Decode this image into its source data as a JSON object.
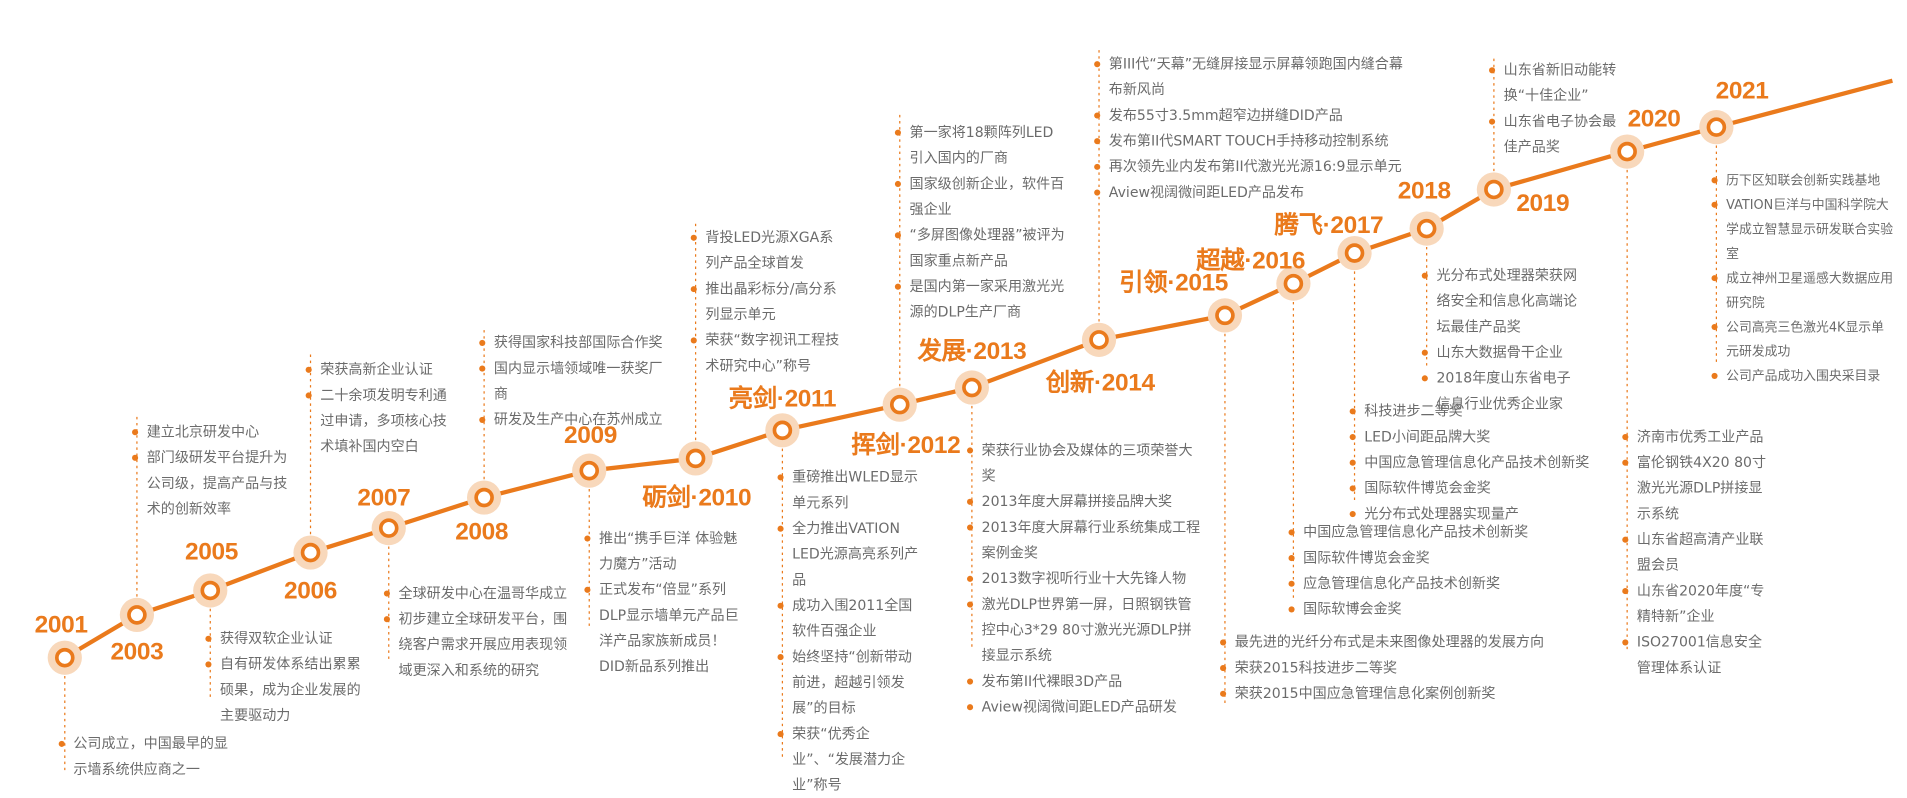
{
  "colors": {
    "accent": "#ea7a1c",
    "halo": "#f8d8bb",
    "text": "#6b6b6b"
  },
  "milestones": [
    {
      "year": "2001",
      "items": [
        "公司成立，中国最早的显示墙系统供应商之一"
      ]
    },
    {
      "year": "2003",
      "items": [
        "建立北京研发中心",
        "部门级研发平台提升为公司级，提高产品与技术的创新效率"
      ]
    },
    {
      "year": "2005",
      "items": [
        "获得双软企业认证",
        "自有研发体系结出累累硕果，成为企业发展的主要驱动力"
      ]
    },
    {
      "year": "2006",
      "items": [
        "荣获高新企业认证",
        "二十余项发明专利通过申请，多项核心技术填补国内空白"
      ]
    },
    {
      "year": "2007",
      "items": [
        "全球研发中心在温哥华成立",
        "初步建立全球研发平台，围绕客户需求开展应用表现领域更深入和系统的研究"
      ]
    },
    {
      "year": "2008",
      "items": [
        "获得国家科技部国际合作奖",
        "国内显示墙领域唯一获奖厂商",
        "研发及生产中心在苏州成立"
      ]
    },
    {
      "year": "2009",
      "items": [
        "推出“携手巨洋 体验魅力魔方”活动",
        "正式发布“倍显”系列DLP显示墙单元产品巨洋产品家族新成员！DID新品系列推出"
      ]
    },
    {
      "year": "砺剑·2010",
      "items": [
        "背投LED光源XGA系列产品全球首发",
        "推出晶彩标分/高分系列显示单元",
        "荣获“数字视讯工程技术研究中心”称号"
      ]
    },
    {
      "year": "亮剑·2011",
      "items": [
        "重磅推出WLED显示单元系列",
        "全力推出VATION LED光源高亮系列产品",
        "成功入围2011全国软件百强企业",
        "始终坚持“创新带动前进，超越引领发展”的目标",
        "荣获“优秀企业”、“发展潜力企业”称号"
      ]
    },
    {
      "year": "挥剑·2012",
      "items": [
        "第一家将18颗阵列LED引入国内的厂商",
        "国家级创新企业，软件百强企业",
        "“多屏图像处理器”被评为国家重点新产品",
        "是国内第一家采用激光光源的DLP生产厂商"
      ]
    },
    {
      "year": "发展·2013",
      "items": [
        "荣获行业协会及媒体的三项荣誉大奖",
        "2013年度大屏幕拼接品牌大奖",
        "2013年度大屏幕行业系统集成工程案例金奖",
        "2013数字视听行业十大先锋人物",
        "激光DLP世界第一屏，日照钢铁管控中心3*29 80寸激光光源DLP拼接显示系统",
        "发布第II代裸眼3D产品",
        "Aview视阔微间距LED产品研发"
      ]
    },
    {
      "year": "创新·2014",
      "items": [
        "第III代“天幕”无缝屏接显示屏幕领跑国内缝合幕布新风尚",
        "发布55寸3.5mm超窄边拼缝DID产品",
        "发布第II代SMART TOUCH手持移动控制系统",
        "再次领先业内发布第II代激光光源16:9显示单元",
        "Aview视阔微间距LED产品发布"
      ]
    },
    {
      "year": "引领·2015",
      "items": [
        "最先进的光纤分布式是未来图像处理器的发展方向",
        "荣获2015科技进步二等奖",
        "荣获2015中国应急管理信息化案例创新奖"
      ]
    },
    {
      "year": "超越·2016",
      "items": [
        "中国应急管理信息化产品技术创新奖",
        "国际软件博览会金奖",
        "应急管理信息化产品技术创新奖",
        "国际软博会金奖"
      ]
    },
    {
      "year": "腾飞·2017",
      "items": [
        "科技进步二等奖",
        "LED小间距品牌大奖",
        "中国应急管理信息化产品技术创新奖",
        "国际软件博览会金奖",
        "光分布式处理器实现量产"
      ]
    },
    {
      "year": "2018",
      "items": [
        "光分布式处理器荣获网络安全和信息化高端论坛最佳产品奖",
        "山东大数据骨干企业",
        "2018年度山东省电子信息行业优秀企业家"
      ]
    },
    {
      "year": "2019",
      "items": [
        "山东省新旧动能转换“十佳企业”",
        "山东省电子协会最佳产品奖"
      ]
    },
    {
      "year": "2020",
      "items": [
        "济南市优秀工业产品",
        "富伦钢铁4X20 80寸激光光源DLP拼接显示系统",
        "山东省超高清产业联盟会员",
        "山东省2020年度“专精特新”企业",
        "ISO27001信息安全管理体系认证"
      ]
    },
    {
      "year": "2021",
      "items": [
        "历下区知联会创新实践基地",
        "VATION巨洋与中国科学院大学成立智慧显示研发联合实验室",
        "成立神州卫星遥感大数据应用研究院",
        "公司高亮三色激光4K显示单元研发成功",
        "公司产品成功入围央采目录"
      ]
    }
  ]
}
